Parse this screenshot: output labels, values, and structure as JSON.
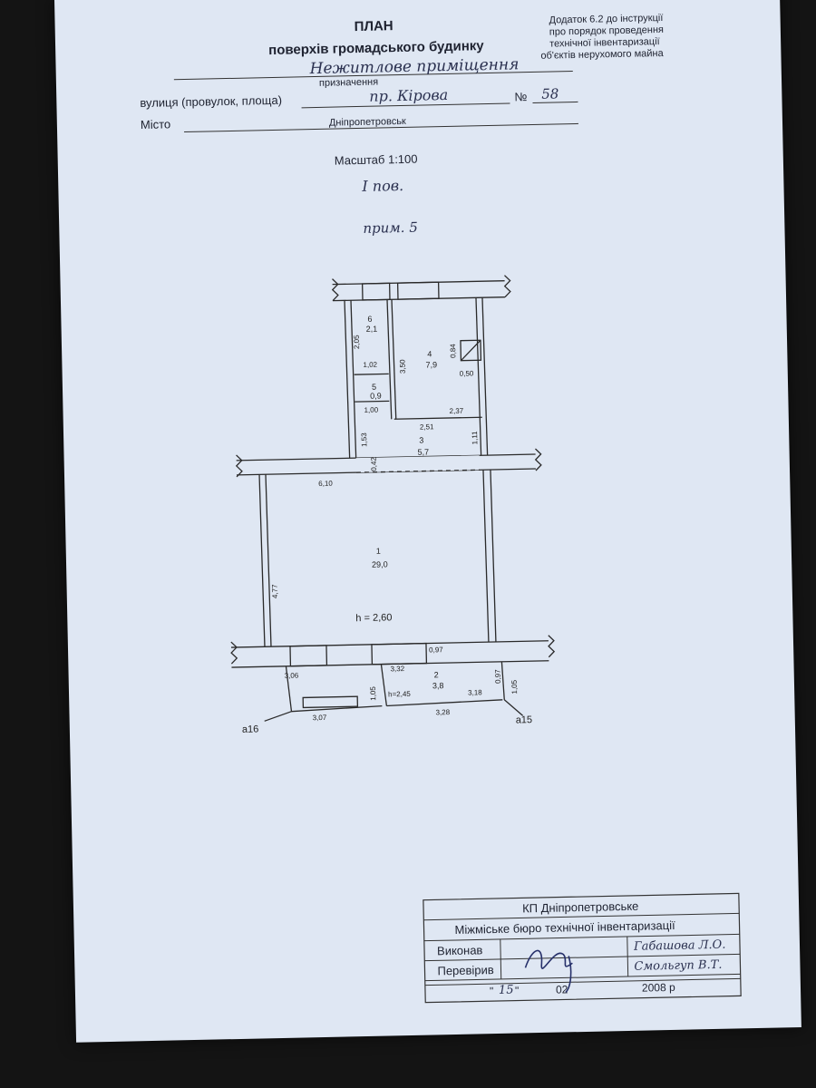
{
  "header": {
    "title": "ПЛАН",
    "subtitle": "поверхів громадського будинку",
    "appendix": [
      "Додаток 6.2 до інструкції",
      "про порядок проведення",
      "технічної інвентаризації",
      "об'єктів нерухомого майна"
    ],
    "purpose_value": "Нежитлове приміщення",
    "purpose_label": "призначення",
    "street_label": "вулиця (провулок, площа)",
    "street_value": "пр. Кірова",
    "number_label": "№",
    "number_value": "58",
    "city_label": "Місто",
    "city_value": "Дніпропетровськ",
    "scale": "Масштаб 1:100",
    "floor": "I пов.",
    "premises": "прим. 5"
  },
  "plan": {
    "rooms": [
      {
        "num": "1",
        "area": "29,0"
      },
      {
        "num": "2",
        "area": "3,8"
      },
      {
        "num": "3",
        "area": "5,7"
      },
      {
        "num": "4",
        "area": "7,9"
      },
      {
        "num": "5",
        "area": "0,9"
      },
      {
        "num": "6",
        "area": "2,1"
      }
    ],
    "dimensions": [
      "2,05",
      "1,02",
      "1,00",
      "3,50",
      "0,84",
      "0,50",
      "2,37",
      "2,51",
      "1,53",
      "1,11",
      "0,42",
      "6,10",
      "4,77",
      "0,97",
      "3,06",
      "3,32",
      "3,18",
      "0,97",
      "1,05",
      "1,05",
      "3,07",
      "3,28"
    ],
    "heights": [
      "h = 2,60",
      "h=2,45"
    ],
    "axes": [
      "a16",
      "a15"
    ]
  },
  "stamp": {
    "org": "КП Дніпропетровське",
    "bureau": "Міжміське бюро технічної інвентаризації",
    "performed_label": "Виконав",
    "performed_name": "Габашова Л.О.",
    "checked_label": "Перевірив",
    "checked_name": "Смольгуп В.Т.",
    "day": "15",
    "month": "02",
    "year": "2008 р"
  }
}
